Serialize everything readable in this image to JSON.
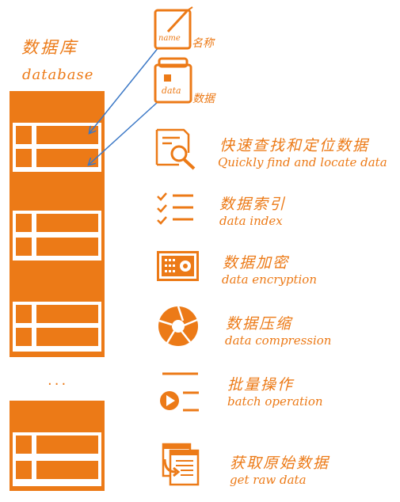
{
  "database": {
    "title_cn": "数据库",
    "title_en": "database",
    "ellipsis": "..."
  },
  "top_icons": [
    {
      "icon": "name-tag-icon",
      "inner": "name",
      "label": "名称"
    },
    {
      "icon": "data-folder-icon",
      "inner": "data",
      "label": "数据"
    }
  ],
  "features": [
    {
      "icon": "search-document-icon",
      "cn": "快速查找和定位数据",
      "en": "Quickly find and locate data"
    },
    {
      "icon": "checklist-index-icon",
      "cn": "数据索引",
      "en": "data index"
    },
    {
      "icon": "safe-lock-icon",
      "cn": "数据加密",
      "en": "data encryption"
    },
    {
      "icon": "aperture-icon",
      "cn": "数据压缩",
      "en": "data compression"
    },
    {
      "icon": "batch-play-icon",
      "cn": "批量操作",
      "en": "batch operation"
    },
    {
      "icon": "raw-data-files-icon",
      "cn": "获取原始数据",
      "en": "get raw data"
    }
  ],
  "colors": {
    "accent": "#ec7a17",
    "arrow": "#3b78c6",
    "white": "#ffffff"
  }
}
